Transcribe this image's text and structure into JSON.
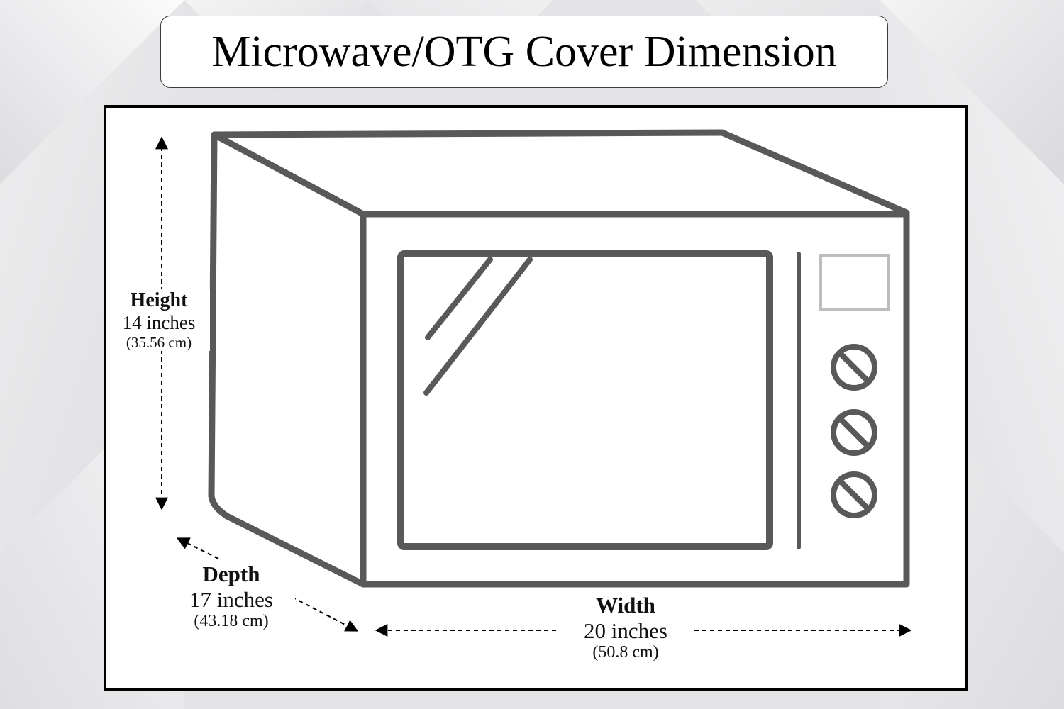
{
  "title": "Microwave/OTG Cover Dimension",
  "colors": {
    "outline": "#595959",
    "background": "#e6e6e8",
    "panel": "#ffffff",
    "text": "#000000"
  },
  "icons": [
    "microwave-outline-icon",
    "control-knob-icon",
    "arrow-icon"
  ],
  "dimensions": {
    "height": {
      "label": "Height",
      "inches": "14 inches",
      "cm": "(35.56 cm)"
    },
    "depth": {
      "label": "Depth",
      "inches": "17 inches",
      "cm": "(43.18 cm)"
    },
    "width": {
      "label": "Width",
      "inches": "20 inches",
      "cm": "(50.8 cm)"
    }
  }
}
